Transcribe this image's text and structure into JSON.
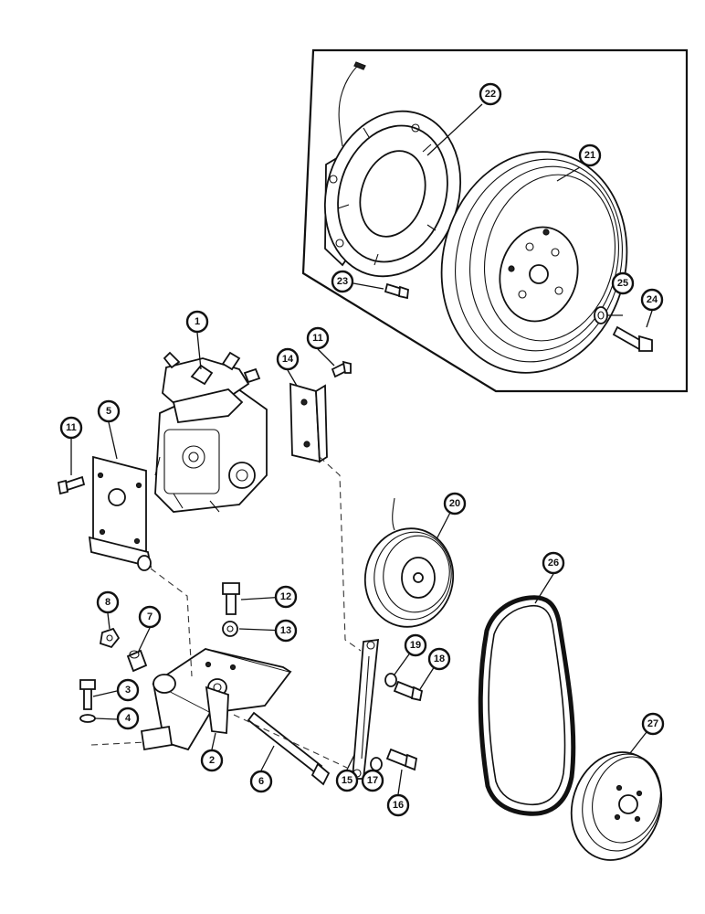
{
  "diagram": {
    "callouts": [
      {
        "id": "c1",
        "label": "1"
      },
      {
        "id": "c2",
        "label": "2"
      },
      {
        "id": "c3",
        "label": "3"
      },
      {
        "id": "c4",
        "label": "4"
      },
      {
        "id": "c5",
        "label": "5"
      },
      {
        "id": "c6",
        "label": "6"
      },
      {
        "id": "c7",
        "label": "7"
      },
      {
        "id": "c8",
        "label": "8"
      },
      {
        "id": "c11a",
        "label": "11"
      },
      {
        "id": "c11b",
        "label": "11"
      },
      {
        "id": "c12",
        "label": "12"
      },
      {
        "id": "c13",
        "label": "13"
      },
      {
        "id": "c14",
        "label": "14"
      },
      {
        "id": "c15",
        "label": "15"
      },
      {
        "id": "c16",
        "label": "16"
      },
      {
        "id": "c17",
        "label": "17"
      },
      {
        "id": "c18",
        "label": "18"
      },
      {
        "id": "c19",
        "label": "19"
      },
      {
        "id": "c20",
        "label": "20"
      },
      {
        "id": "c21",
        "label": "21"
      },
      {
        "id": "c22",
        "label": "22"
      },
      {
        "id": "c23",
        "label": "23"
      },
      {
        "id": "c24",
        "label": "24"
      },
      {
        "id": "c25",
        "label": "25"
      },
      {
        "id": "c26",
        "label": "26"
      },
      {
        "id": "c27",
        "label": "27"
      }
    ]
  }
}
